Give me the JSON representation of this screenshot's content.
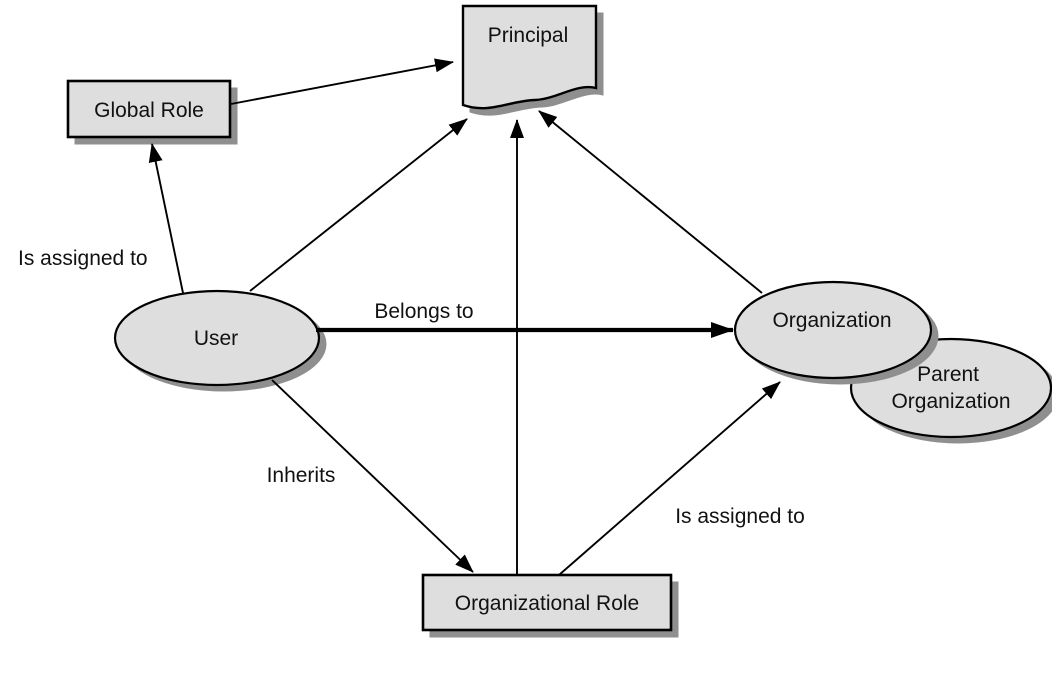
{
  "diagram": {
    "nodes": {
      "principal": {
        "label": "Principal",
        "shape": "document"
      },
      "global_role": {
        "label": "Global Role",
        "shape": "rectangle"
      },
      "user": {
        "label": "User",
        "shape": "ellipse"
      },
      "organization": {
        "label": "Organization",
        "shape": "ellipse"
      },
      "parent_organization": {
        "label": "Parent Organization",
        "lines": [
          "Parent",
          "Organization"
        ],
        "shape": "ellipse"
      },
      "organizational_role": {
        "label": "Organizational Role",
        "shape": "rectangle"
      }
    },
    "edges": [
      {
        "id": "user-to-global-role",
        "from": "User",
        "to": "Global Role",
        "label": "Is assigned to",
        "style": "arrow"
      },
      {
        "id": "global-role-to-principal",
        "from": "Global Role",
        "to": "Principal",
        "label": "",
        "style": "arrow"
      },
      {
        "id": "user-to-principal",
        "from": "User",
        "to": "Principal",
        "label": "",
        "style": "arrow"
      },
      {
        "id": "user-to-organization",
        "from": "User",
        "to": "Organization",
        "label": "Belongs to",
        "style": "bold-arrow"
      },
      {
        "id": "user-to-organizational-role",
        "from": "User",
        "to": "Organizational Role",
        "label": "Inherits",
        "style": "arrow"
      },
      {
        "id": "organizational-role-to-principal",
        "from": "Organizational Role",
        "to": "Principal",
        "label": "",
        "style": "arrow"
      },
      {
        "id": "organizational-role-to-organization",
        "from": "Organizational Role",
        "to": "Organization",
        "label": "Is assigned to",
        "style": "arrow"
      },
      {
        "id": "organization-to-principal",
        "from": "Organization",
        "to": "Principal",
        "label": "",
        "style": "arrow"
      }
    ],
    "colors": {
      "background": "#ffffff",
      "node_fill": "#dedede",
      "node_border": "#000000",
      "shadow": "#8f8f8f",
      "arrow": "#000000",
      "text": "#111111"
    }
  }
}
